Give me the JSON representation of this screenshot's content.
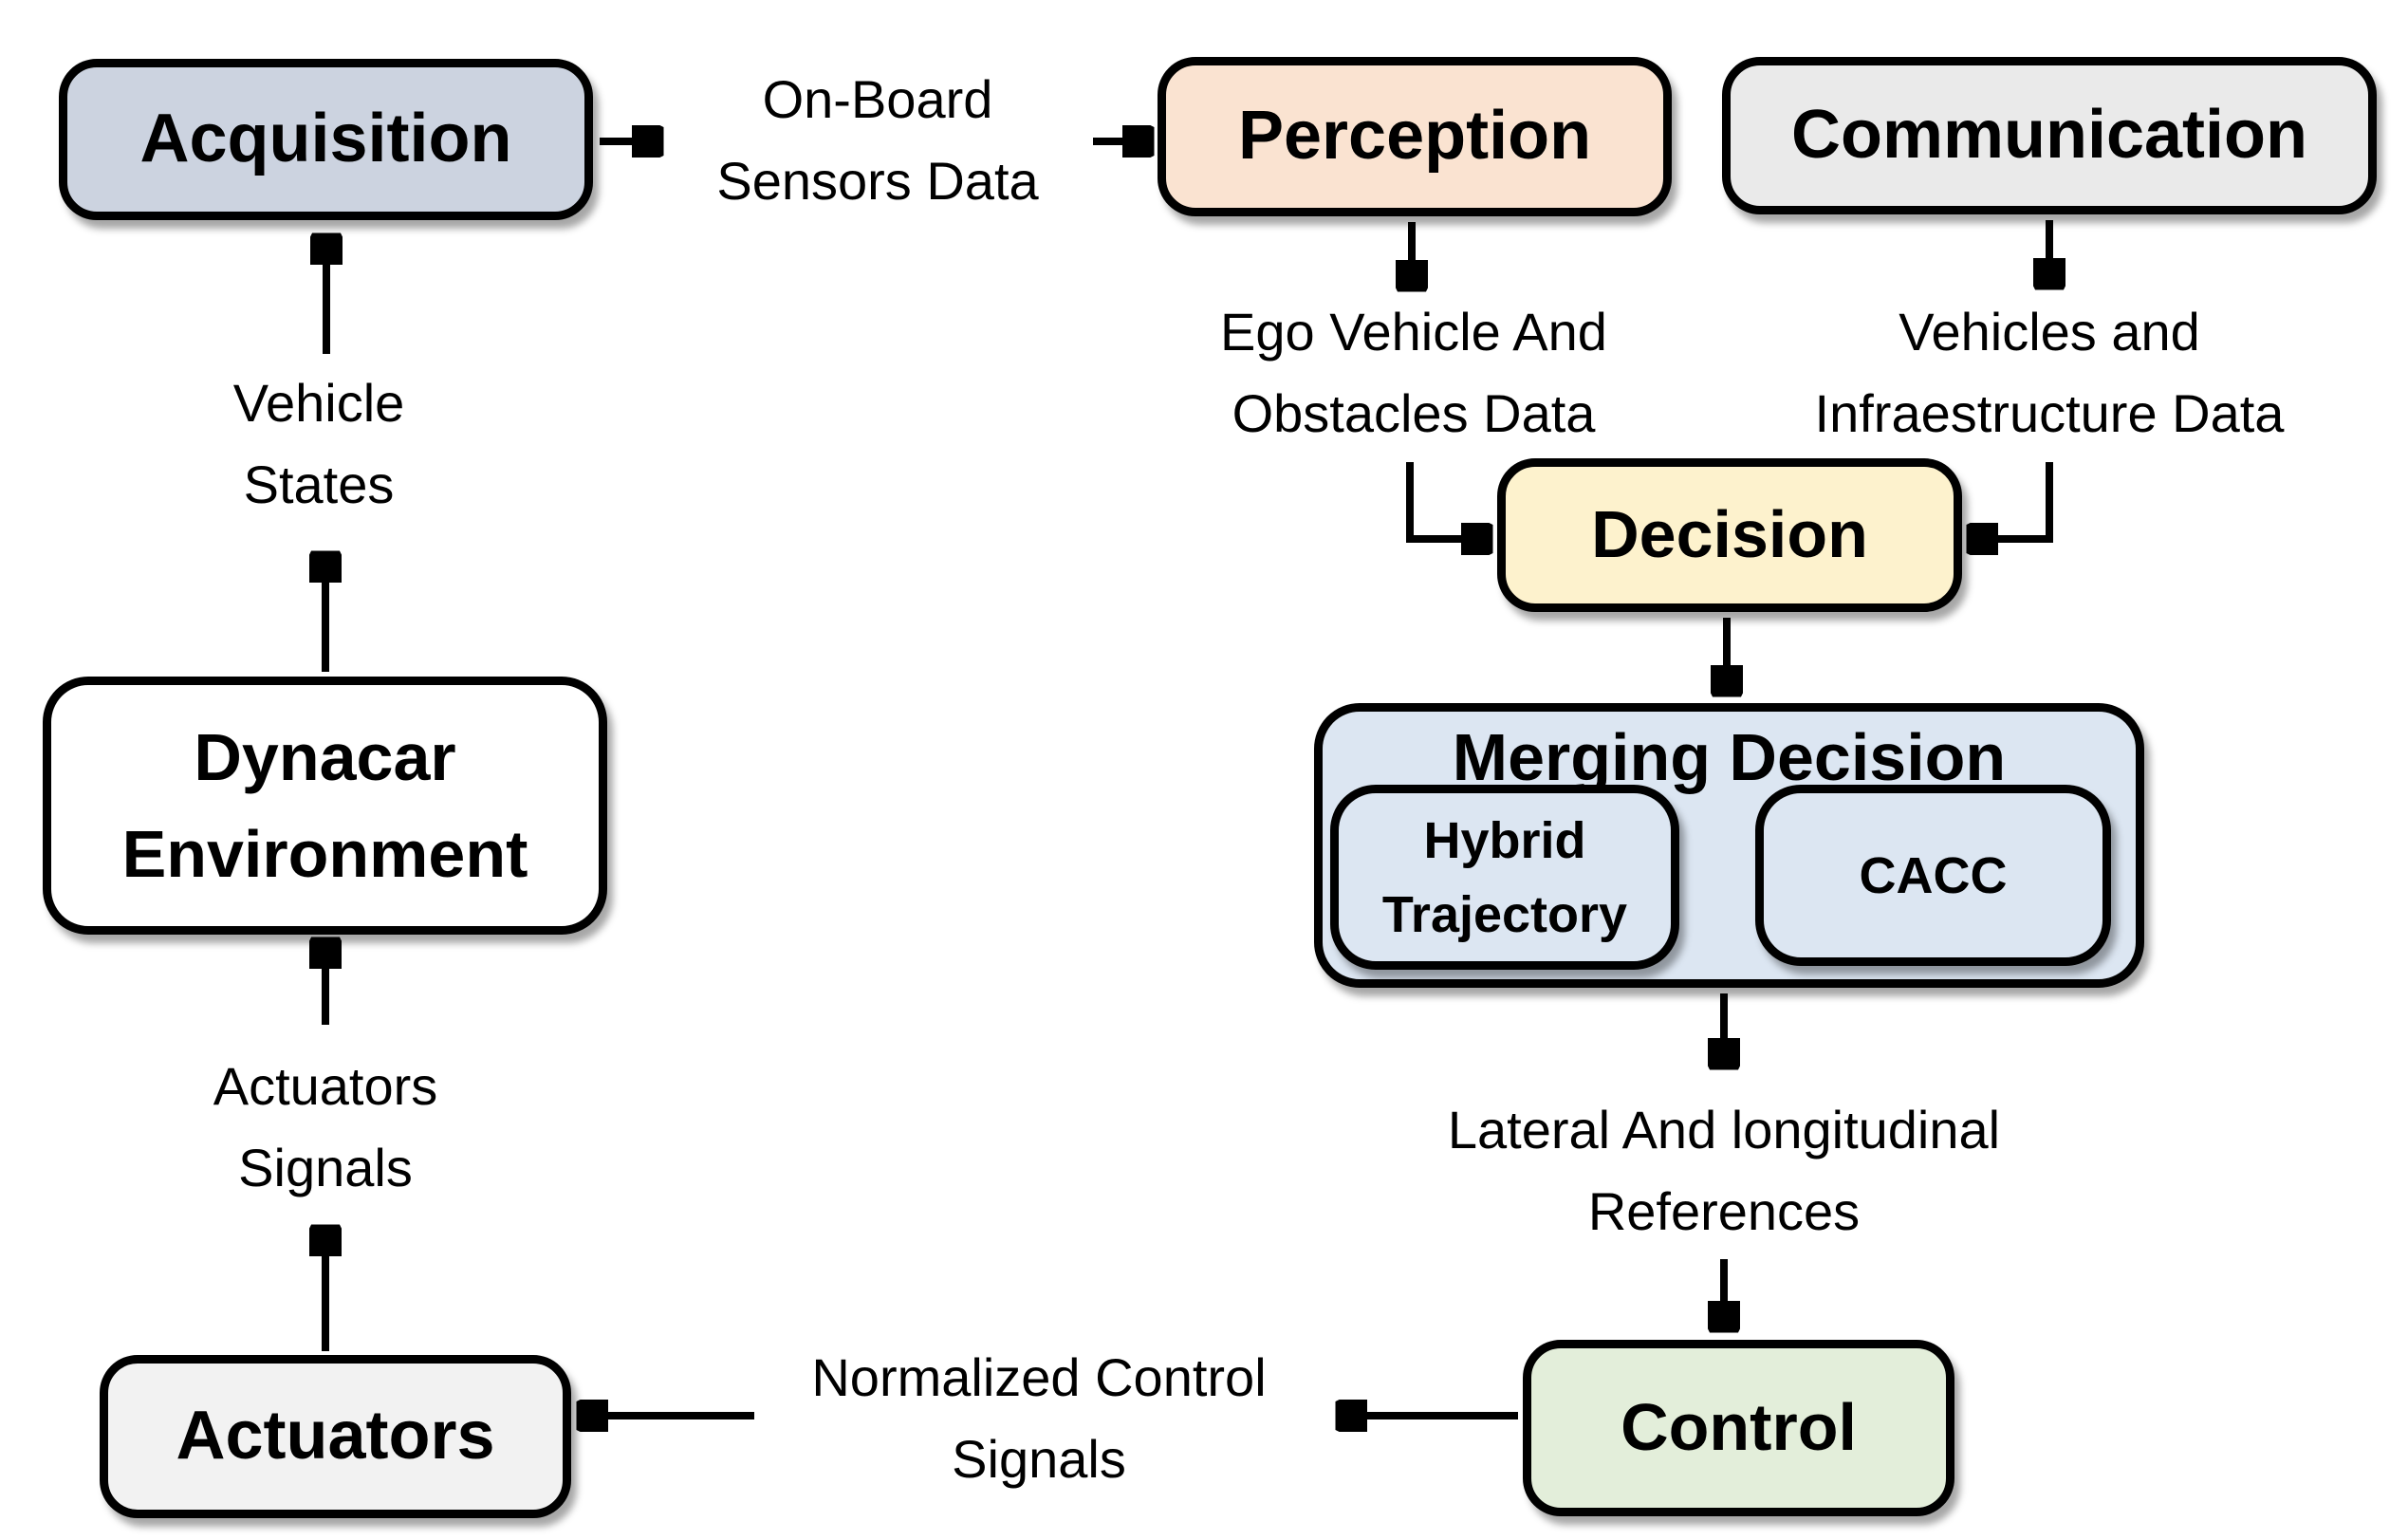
{
  "diagram": {
    "background": "#ffffff",
    "line_color": "#000000",
    "boxes": {
      "acquisition": {
        "label": "Acquisition",
        "fill": "#ccd3e0"
      },
      "perception": {
        "label": "Perception",
        "fill": "#fae3d1"
      },
      "communication": {
        "label": "Communication",
        "fill": "#eaeaea"
      },
      "decision": {
        "label": "Decision",
        "fill": "#fdf2cd"
      },
      "merging_decision": {
        "label": "Merging Decision",
        "fill": "#dce6f2"
      },
      "hybrid_trajectory": {
        "line1": "Hybrid",
        "line2": "Trajectory",
        "fill": "#dce6f2"
      },
      "cacc": {
        "label": "CACC",
        "fill": "#dce6f2"
      },
      "control": {
        "label": "Control",
        "fill": "#e3eeda"
      },
      "actuators": {
        "label": "Actuators",
        "fill": "#f2f2f2"
      },
      "dynacar_environment": {
        "line1": "Dynacar",
        "line2": "Environment",
        "fill": "#ffffff"
      }
    },
    "labels": {
      "on_board_sensors": {
        "line1": "On-Board",
        "line2": "Sensors Data"
      },
      "ego_vehicle": {
        "line1": "Ego Vehicle And",
        "line2": "Obstacles Data"
      },
      "vehicles_infrastructure": {
        "line1": "Vehicles and",
        "line2": "Infraestructure Data"
      },
      "vehicle_states": {
        "line1": "Vehicle",
        "line2": "States"
      },
      "actuators_signals": {
        "line1": "Actuators",
        "line2": "Signals"
      },
      "lateral_longitudinal": {
        "line1": "Lateral And longitudinal",
        "line2": "References"
      },
      "normalized_control": {
        "line1": "Normalized Control",
        "line2": "Signals"
      }
    }
  }
}
